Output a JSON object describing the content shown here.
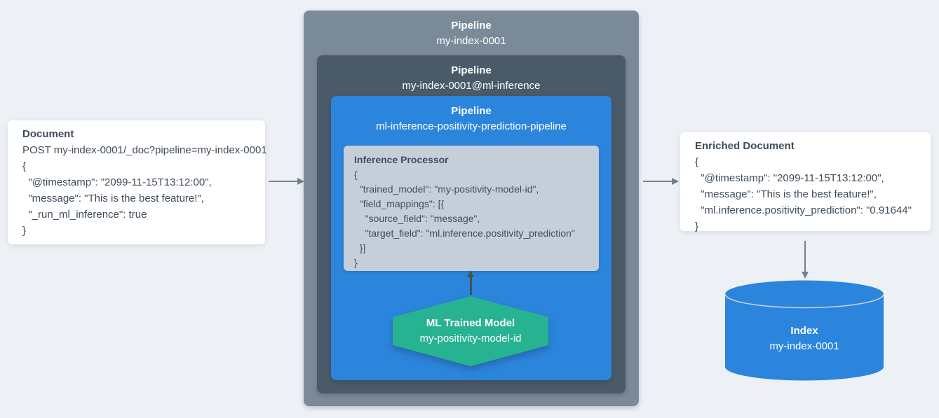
{
  "colors": {
    "background": "#edf1f6",
    "outer_pipeline_bg": "#7b8a99",
    "inner_pipeline_bg": "#4a5a68",
    "blue_pipeline_bg": "#2c85dd",
    "processor_bg": "#c5cfd9",
    "model_hexagon_bg": "#27b392",
    "index_cylinder_bg": "#2c85dd",
    "card_bg": "#ffffff",
    "arrow_gray": "#73818d",
    "arrow_dark": "#4b5055",
    "text_dark": "#3e4c5a"
  },
  "document": {
    "title": "Document",
    "lines": [
      "POST my-index-0001/_doc?pipeline=my-index-0001",
      "{",
      "  \"@timestamp\": \"2099-11-15T13:12:00\",",
      "  \"message\": \"This is the best feature!\",",
      "  \"_run_ml_inference\": true",
      "}"
    ]
  },
  "outer_pipeline": {
    "label": "Pipeline",
    "name": "my-index-0001"
  },
  "inner_pipeline": {
    "label": "Pipeline",
    "name": "my-index-0001@ml-inference"
  },
  "ml_pipeline": {
    "label": "Pipeline",
    "name": "ml-inference-positivity-prediction-pipeline"
  },
  "inference_processor": {
    "title": "Inference Processor",
    "lines": [
      "{",
      "  \"trained_model\": \"my-positivity-model-id\",",
      "  \"field_mappings\": [{",
      "    \"source_field\": \"message\",",
      "    \"target_field\": \"ml.inference.positivity_prediction\"",
      "  }]",
      "}"
    ]
  },
  "ml_model": {
    "title": "ML Trained Model",
    "name": "my-positivity-model-id"
  },
  "enriched_document": {
    "title": "Enriched Document",
    "lines": [
      "{",
      "  \"@timestamp\": \"2099-11-15T13:12:00\",",
      "  \"message\": \"This is the best feature!\",",
      "  \"ml.inference.positivity_prediction\": \"0.91644\"",
      "}"
    ]
  },
  "index": {
    "title": "Index",
    "name": "my-index-0001"
  }
}
